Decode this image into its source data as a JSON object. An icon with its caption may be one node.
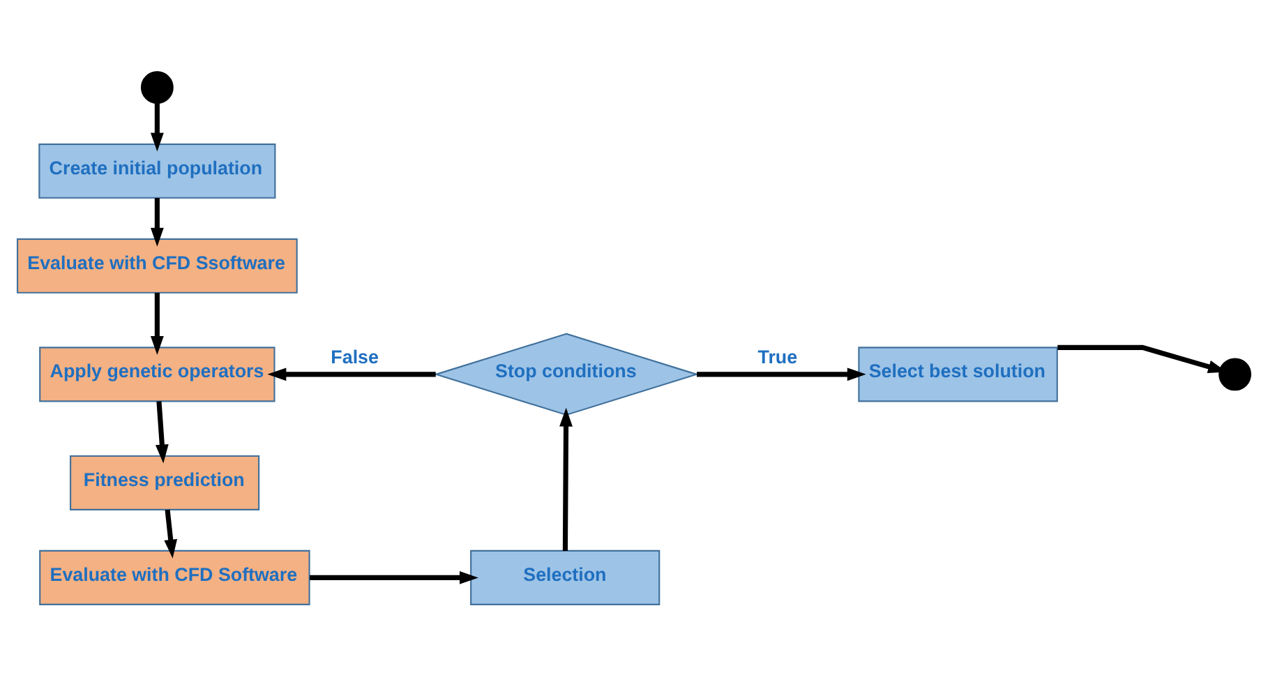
{
  "diagram": {
    "nodes": [
      {
        "text": [],
        "shape": "circle"
      },
      {
        "text": [
          "Create initial population"
        ]
      },
      {
        "text": [
          "Evaluate with CFD Ssoftware"
        ]
      },
      {
        "text": [
          "Apply genetic operators"
        ]
      },
      {
        "text": [
          "Fitness prediction"
        ]
      },
      {
        "text": [
          "Evaluate with CFD Software"
        ]
      },
      {
        "text": [
          "Selection"
        ]
      },
      {
        "text": [
          "Stop conditions"
        ]
      },
      {
        "text": [
          "Select best solution"
        ]
      },
      {
        "text": [],
        "shape": "circle"
      }
    ],
    "edges": [
      {
        "from": 0,
        "to": 1,
        "arrow": "to"
      },
      {
        "from": 1,
        "to": 2,
        "arrow": "to"
      },
      {
        "from": 2,
        "to": 3,
        "arrow": "to"
      },
      {
        "from": 3,
        "to": 4,
        "arrow": "to"
      },
      {
        "from": 4,
        "to": 5,
        "arrow": "to"
      },
      {
        "from": 5,
        "to": 6,
        "arrow": "to"
      },
      {
        "from": 6,
        "to": 7,
        "arrow": "to"
      },
      {
        "from": 7,
        "to": 3,
        "arrow": "to",
        "label": "False"
      },
      {
        "from": 7,
        "to": 8,
        "arrow": "to",
        "label": "True"
      },
      {
        "from": 8,
        "to": 9,
        "arrow": "to"
      }
    ]
  }
}
